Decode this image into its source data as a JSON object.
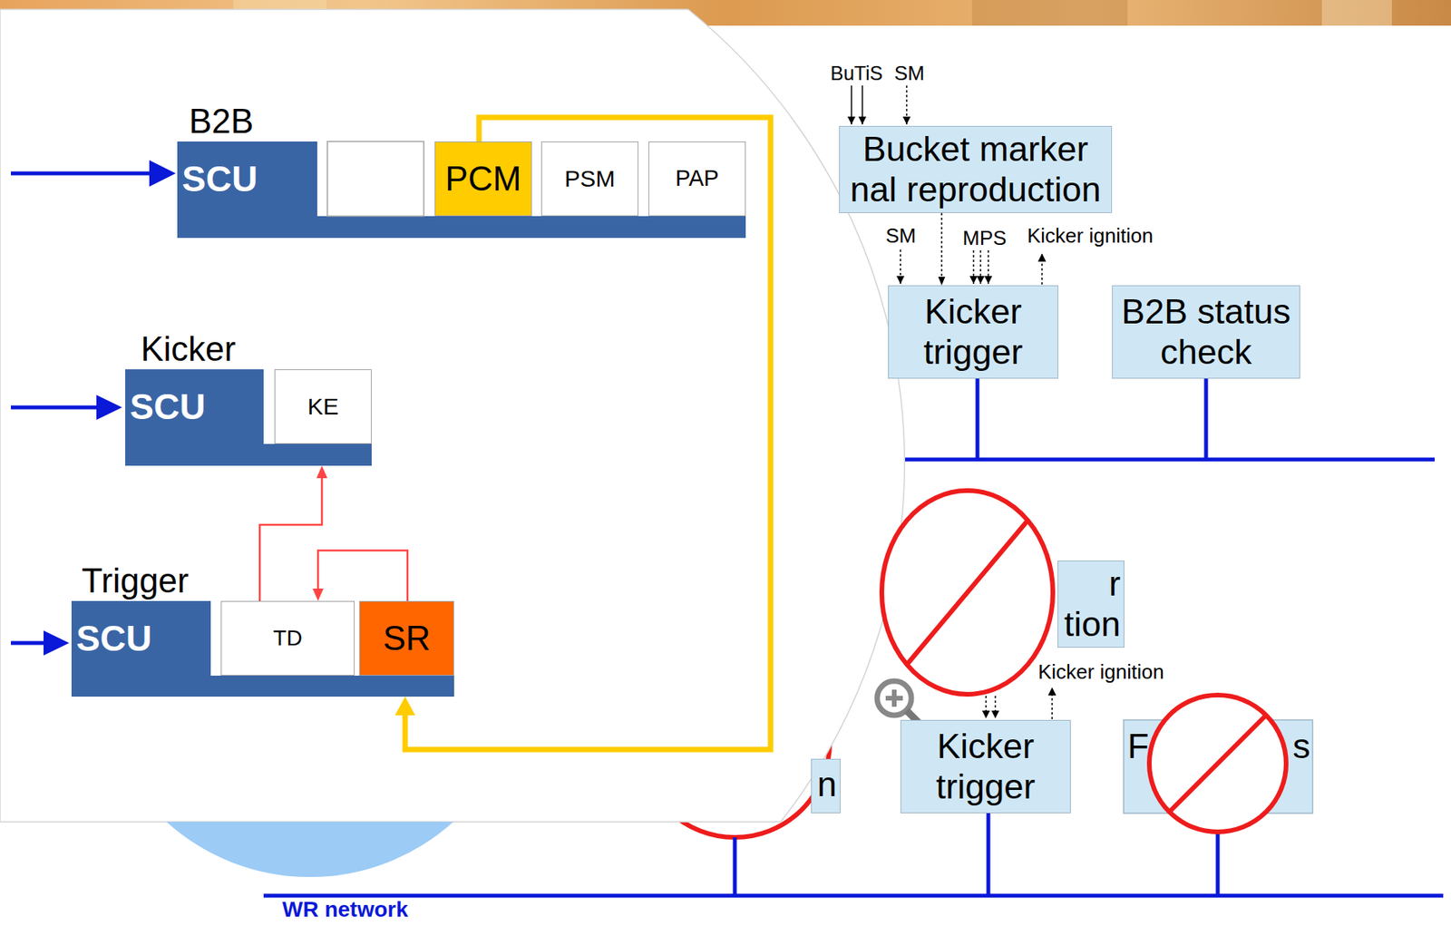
{
  "diagram": {
    "nodes": [
      {
        "text": [
          "B2B"
        ]
      },
      {
        "text": [
          "SCU"
        ],
        "in": 0
      },
      {
        "text": [
          "PCM"
        ],
        "in": 0
      },
      {
        "text": [
          "PSM"
        ],
        "in": 0
      },
      {
        "text": [
          "PAP"
        ],
        "in": 0
      },
      {
        "text": [
          "Kicker"
        ]
      },
      {
        "text": [
          "SCU"
        ],
        "in": 5
      },
      {
        "text": [
          "KE"
        ],
        "in": 5
      },
      {
        "text": [
          "Trigger"
        ]
      },
      {
        "text": [
          "SCU"
        ],
        "in": 8
      },
      {
        "text": [
          "TD"
        ],
        "in": 8
      },
      {
        "text": [
          "SR"
        ],
        "in": 8
      },
      {
        "text": [
          "Bucket marker nal reproduction"
        ]
      },
      {
        "text": [
          "Kicker trigger"
        ]
      },
      {
        "text": [
          "B2B status check"
        ]
      },
      {
        "text": [
          "r tion"
        ]
      },
      {
        "text": [
          "n"
        ]
      },
      {
        "text": [
          "Kicker trigger"
        ]
      },
      {
        "text": [
          "F s"
        ]
      }
    ],
    "edges": [
      {
        "from": 2,
        "to": 11,
        "arrow": "to"
      },
      {
        "from": 10,
        "to": 7,
        "arrow": "to"
      },
      {
        "from": 11,
        "to": 10,
        "arrow": "to"
      },
      {
        "from": 12,
        "to": 13,
        "arrow": "to"
      }
    ],
    "labels": [
      "BuTiS",
      "SM",
      "SM",
      "MPS",
      "Kicker ignition",
      "Kicker ignition",
      "WR network"
    ]
  }
}
